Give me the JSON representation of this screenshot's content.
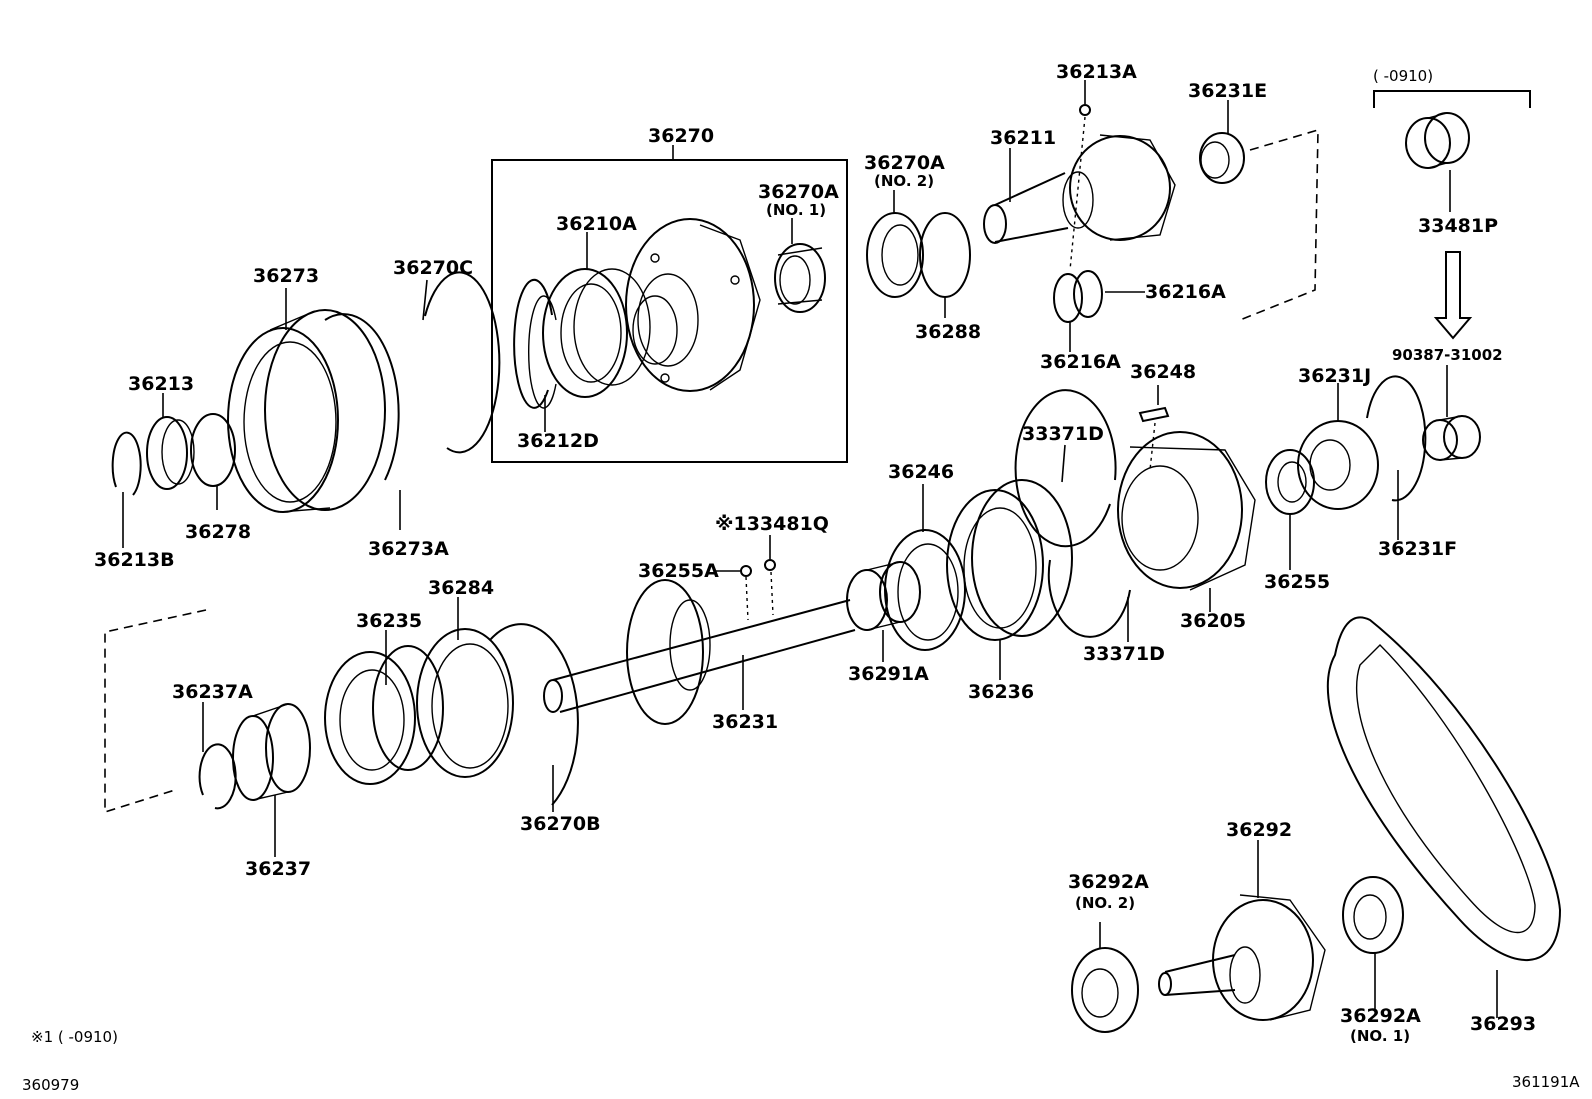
{
  "labels": {
    "p36213A": "36213A",
    "p36231E": "36231E",
    "p0910_range": "(      -0910)",
    "p36270": "36270",
    "p36211": "36211",
    "p36270A_no2": "36270A",
    "no2_a": "(NO. 2)",
    "p36270A_no1": "36270A",
    "no1_a": "(NO. 1)",
    "p36210A": "36210A",
    "p33481P": "33481P",
    "p36273": "36273",
    "p36270C": "36270C",
    "p36216A_right": "36216A",
    "p36288": "36288",
    "p36216A_below": "36216A",
    "p90387": "90387-31002",
    "p36213": "36213",
    "p36248": "36248",
    "p36231J": "36231J",
    "p36212D": "36212D",
    "p33371D_top": "33371D",
    "p36278": "36278",
    "p36246": "36246",
    "p36213B": "36213B",
    "p36273A": "36273A",
    "p133481Q": "※133481Q",
    "p36231F": "36231F",
    "p36255A": "36255A",
    "p36255": "36255",
    "p36284": "36284",
    "p36205": "36205",
    "p36235": "36235",
    "p33371D_bottom": "33371D",
    "p36291A": "36291A",
    "p36237A": "36237A",
    "p36236": "36236",
    "p36231": "36231",
    "p36270B": "36270B",
    "p36237": "36237",
    "p36292": "36292",
    "p36292A_no2": "36292A",
    "no2_b": "(NO. 2)",
    "p36292A_no1": "36292A",
    "no1_b": "(NO. 1)",
    "p36293": "36293"
  },
  "footer": {
    "note": "※1 (      -0910)",
    "left_code": "360979",
    "right_code": "361191A"
  }
}
